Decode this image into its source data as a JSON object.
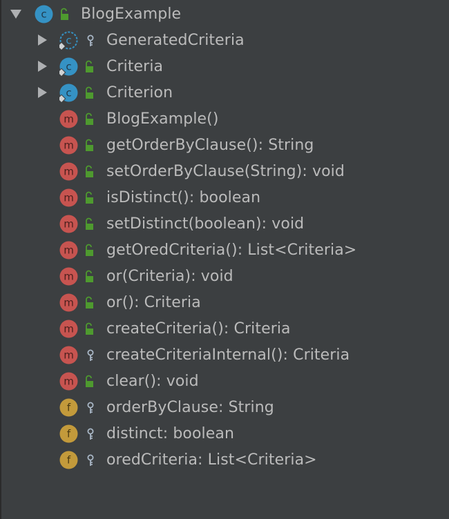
{
  "colors": {
    "background": "#3c3f41",
    "text": "#bbbbbb",
    "class_icon": "#3592c4",
    "method_icon": "#c75450",
    "field_icon": "#c39a3b",
    "public_lock": "#4e9a2f",
    "private_key": "#a9b7c6",
    "arrow": "#aeb0b2"
  },
  "tree": {
    "root": {
      "label": "BlogExample",
      "icon": "class-icon",
      "icon_letter": "C",
      "access": "public-lock-icon",
      "expanded": true
    },
    "children": [
      {
        "label": "GeneratedCriteria",
        "icon": "abstract-class-icon",
        "icon_letter": "C",
        "access": "private-key-icon",
        "expandable": true
      },
      {
        "label": "Criteria",
        "icon": "static-class-icon",
        "icon_letter": "C",
        "access": "public-lock-icon",
        "expandable": true
      },
      {
        "label": "Criterion",
        "icon": "static-class-icon",
        "icon_letter": "C",
        "access": "public-lock-icon",
        "expandable": true
      },
      {
        "label": "BlogExample()",
        "icon": "method-icon",
        "icon_letter": "m",
        "access": "public-lock-icon"
      },
      {
        "label": "getOrderByClause(): String",
        "icon": "method-icon",
        "icon_letter": "m",
        "access": "public-lock-icon"
      },
      {
        "label": "setOrderByClause(String): void",
        "icon": "method-icon",
        "icon_letter": "m",
        "access": "public-lock-icon"
      },
      {
        "label": "isDistinct(): boolean",
        "icon": "method-icon",
        "icon_letter": "m",
        "access": "public-lock-icon"
      },
      {
        "label": "setDistinct(boolean): void",
        "icon": "method-icon",
        "icon_letter": "m",
        "access": "public-lock-icon"
      },
      {
        "label": "getOredCriteria(): List<Criteria>",
        "icon": "method-icon",
        "icon_letter": "m",
        "access": "public-lock-icon"
      },
      {
        "label": "or(Criteria): void",
        "icon": "method-icon",
        "icon_letter": "m",
        "access": "public-lock-icon"
      },
      {
        "label": "or(): Criteria",
        "icon": "method-icon",
        "icon_letter": "m",
        "access": "public-lock-icon"
      },
      {
        "label": "createCriteria(): Criteria",
        "icon": "method-icon",
        "icon_letter": "m",
        "access": "public-lock-icon"
      },
      {
        "label": "createCriteriaInternal(): Criteria",
        "icon": "method-icon",
        "icon_letter": "m",
        "access": "private-key-icon"
      },
      {
        "label": "clear(): void",
        "icon": "method-icon",
        "icon_letter": "m",
        "access": "public-lock-icon"
      },
      {
        "label": "orderByClause: String",
        "icon": "field-icon",
        "icon_letter": "f",
        "access": "private-key-icon"
      },
      {
        "label": "distinct: boolean",
        "icon": "field-icon",
        "icon_letter": "f",
        "access": "private-key-icon"
      },
      {
        "label": "oredCriteria: List<Criteria>",
        "icon": "field-icon",
        "icon_letter": "f",
        "access": "private-key-icon"
      }
    ]
  }
}
